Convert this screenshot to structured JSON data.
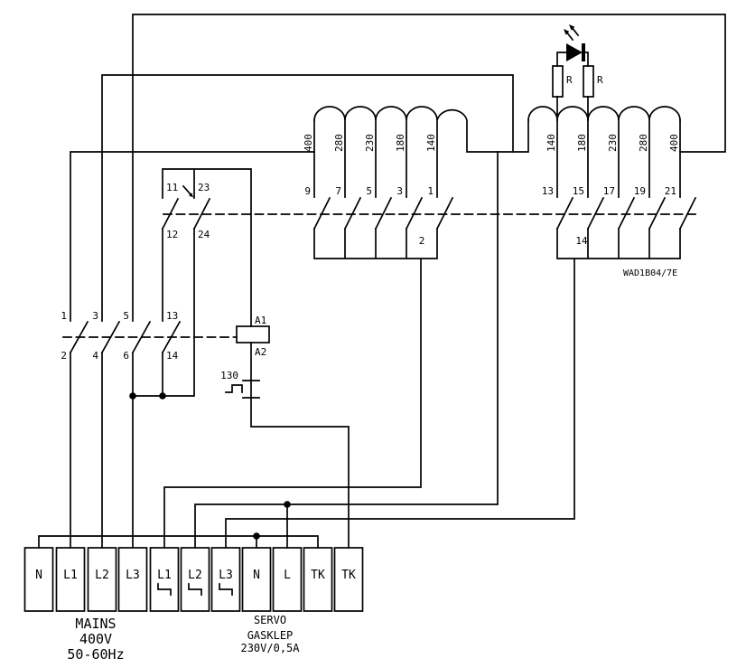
{
  "selector_left": {
    "taps": [
      "400",
      "280",
      "230",
      "180",
      "140"
    ],
    "contacts": [
      "9",
      "7",
      "5",
      "3",
      "1"
    ],
    "common": "2"
  },
  "selector_right": {
    "taps": [
      "140",
      "180",
      "230",
      "280",
      "400"
    ],
    "contacts": [
      "13",
      "15",
      "17",
      "19",
      "21"
    ],
    "common": "14",
    "model": "WAD1B04/7E"
  },
  "aux_switch": {
    "top_a": "11",
    "bottom_a": "12",
    "top_b": "23",
    "bottom_b": "24"
  },
  "contactor": {
    "pole1_top": "1",
    "pole1_bottom": "2",
    "pole2_top": "3",
    "pole2_bottom": "4",
    "pole3_top": "5",
    "pole3_bottom": "6",
    "aux_top": "13",
    "aux_bottom": "14",
    "coil_top": "A1",
    "coil_bottom": "A2"
  },
  "thermal_contact": {
    "label": "130"
  },
  "led_circuit": {
    "resistor_left": "R",
    "resistor_right": "R"
  },
  "terminal_strip": {
    "terminals": [
      "N",
      "L1",
      "L2",
      "L3",
      "L1",
      "L2",
      "L3",
      "N",
      "L",
      "TK",
      "TK"
    ]
  },
  "captions": {
    "mains": [
      "MAINS",
      "400V",
      "50-60Hz"
    ],
    "servo": [
      "SERVO",
      "GASKLEP",
      "230V/0,5A"
    ]
  },
  "colors": {
    "line": "#000000",
    "background": "#ffffff"
  }
}
